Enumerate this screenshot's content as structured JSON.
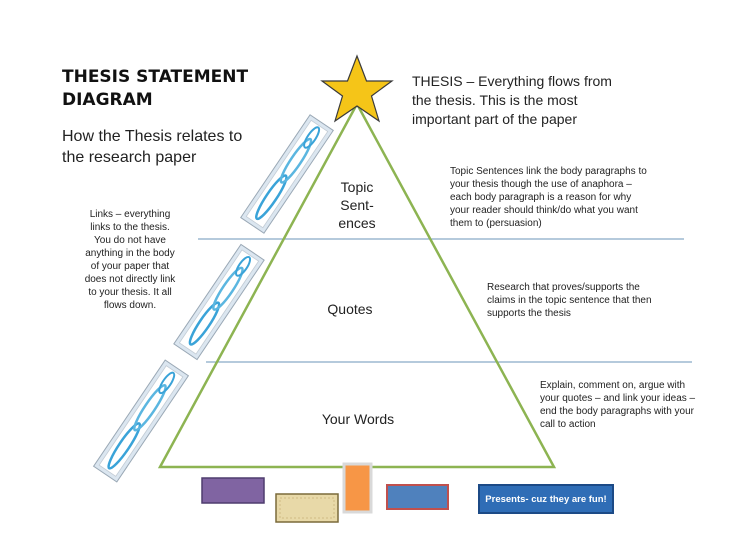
{
  "header": {
    "title_line1": "THESIS STATEMENT",
    "title_line2": "DIAGRAM",
    "subtitle_line1": "How the Thesis relates to",
    "subtitle_line2": "the research paper"
  },
  "thesis_note": {
    "line1": "THESIS – Everything flows from",
    "line2": "the thesis.  This is the most",
    "line3": "important part of the paper"
  },
  "tiers": {
    "topic_line1": "Topic",
    "topic_line2": "Sent-",
    "topic_line3": "ences",
    "quotes": "Quotes",
    "words": "Your Words"
  },
  "notes": {
    "topic": [
      "Topic Sentences link the body paragraphs to",
      "your thesis though the use of anaphora –",
      "each body paragraph is a reason for why",
      "your reader should think/do what you want",
      "them to (persuasion)"
    ],
    "quotes": [
      "Research that proves/supports the",
      "claims in the topic sentence that then",
      "supports the thesis"
    ],
    "words": [
      "Explain, comment on, argue with",
      "your quotes – and link your ideas –",
      "end the body paragraphs with your",
      "call to action"
    ],
    "links": [
      "Links – everything",
      "links to the thesis.",
      "You do not have",
      "anything in the body",
      "of your paper that",
      "does not directly link",
      "to your thesis.  It all",
      "flows down."
    ]
  },
  "presents_label": "Presents- cuz they are fun!",
  "colors": {
    "triangle": "#8db452",
    "divider": "#6b96b8",
    "star": "#f5c518",
    "star_outline": "#3a3a3a",
    "gift_purple": "#8064a2",
    "gift_orange": "#f79646",
    "gift_blue": "#4f81bd",
    "gift_blue_border": "#c0504d",
    "button_blue": "#2f6db6"
  },
  "icons": [
    "star-icon",
    "chain-link-image"
  ]
}
